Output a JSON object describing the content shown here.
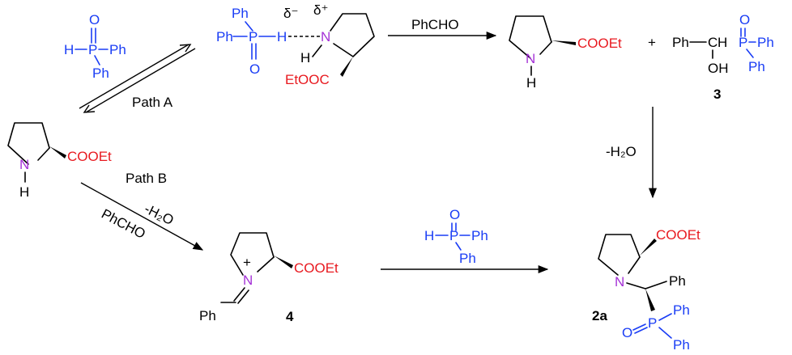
{
  "colors": {
    "phosphorus_group": "#1a3df5",
    "ester_group": "#e8191f",
    "nitrogen": "#a432d6",
    "bond": "#000000"
  },
  "reagent_top": {
    "H": "H",
    "P": "P",
    "O": "O",
    "Ph1": "Ph",
    "Ph2": "Ph"
  },
  "proline": {
    "N": "N",
    "H": "H",
    "ester": "COOEt"
  },
  "complex": {
    "Ph_top": "Ph",
    "Ph_left": "Ph",
    "P": "P",
    "H_bridge": "H",
    "O": "O",
    "delta_minus": "δ⁻",
    "delta_plus": "δ⁺",
    "N": "N",
    "NH": "H",
    "ester": "EtOOC"
  },
  "arrow_labels": {
    "path_a": "Path A",
    "phcho_top": "PhCHO",
    "path_b": "Path B",
    "minus_h2o": "-H₂O",
    "phcho_diag": "PhCHO",
    "minus_h2o_right": "-H₂O"
  },
  "product_proline": {
    "N": "N",
    "H": "H",
    "ester": "COOEt"
  },
  "plus_sign": "+",
  "compound3": {
    "Ph": "Ph",
    "C": "C",
    "H": "H",
    "OH": "OH",
    "P": "P",
    "O": "O",
    "Ph_right": "Ph",
    "Ph_bottom": "Ph",
    "label": "3"
  },
  "iminium": {
    "N": "N",
    "charge": "+",
    "ester": "COOEt",
    "Ph": "Ph",
    "label": "4"
  },
  "reagent_mid": {
    "H": "H",
    "P": "P",
    "O": "O",
    "Ph1": "Ph",
    "Ph2": "Ph"
  },
  "product2a": {
    "ester": "COOEt",
    "N": "N",
    "Ph": "Ph",
    "O": "O",
    "P": "P",
    "Ph_right": "Ph",
    "Ph_bottom": "Ph",
    "label": "2a"
  }
}
